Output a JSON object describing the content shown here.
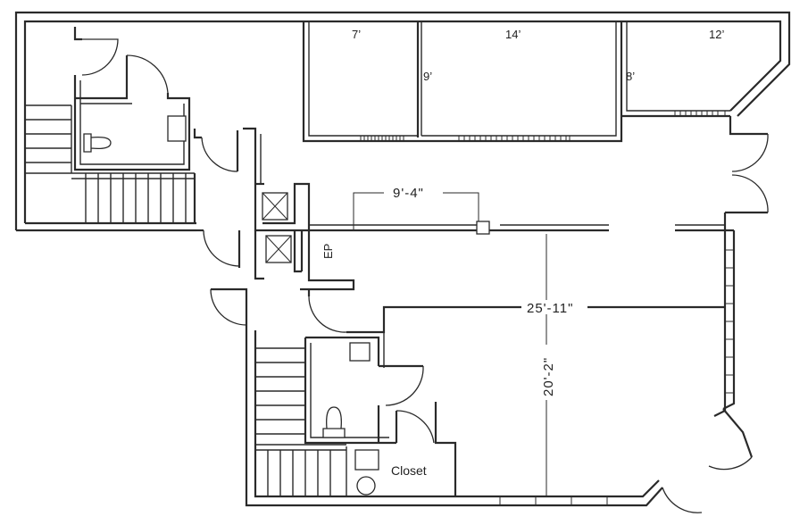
{
  "labels": {
    "room_a_width": "7’",
    "room_b_width": "14’",
    "room_c_width": "12’",
    "room_b_depth": "9’",
    "room_c_depth": "8’",
    "corridor_dim": "9'-4\"",
    "main_width_dim": "25'-11\"",
    "main_depth_dim": "20'-2\"",
    "electrical_panel": "EP",
    "closet": "Closet"
  }
}
